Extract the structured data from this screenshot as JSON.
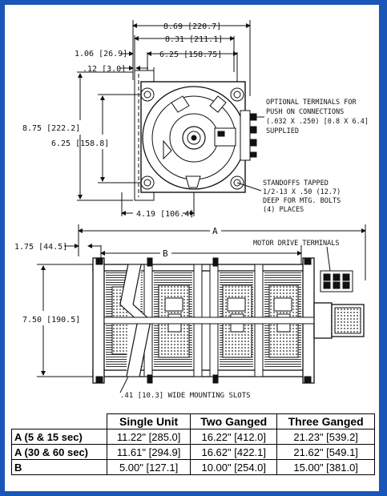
{
  "top_view": {
    "dim_overall": "8.69 [220.7]",
    "dim_mount_width": "8.31 [211.1]",
    "dim_left_offset": "1.06 [26.9]",
    "dim_hole_spacing": "6.25 [158.75]",
    "dim_edge": ".12 [3.0]",
    "dim_height": "8.75 [222.2]",
    "dim_hole_spacing_v": "6.25 [158.8]",
    "dim_bottom": "4.19 [106.4]",
    "note_terminals": [
      "OPTIONAL TERMINALS FOR",
      "PUSH ON CONNECTIONS",
      "(.032 X .250) [0.8 X 6.4]",
      "SUPPLIED"
    ],
    "note_standoffs": [
      "STANDOFFS TAPPED",
      "1/2-13 X .50 (12.7)",
      "DEEP FOR MTG. BOLTS",
      "(4) PLACES"
    ]
  },
  "side_view": {
    "dim_a": "A",
    "dim_b": "B",
    "dim_left": "1.75 [44.5]",
    "dim_height": "7.50 [190.5]",
    "note_motor": "MOTOR DRIVE TERMINALS",
    "note_slots": ".41 [10.3] WIDE MOUNTING SLOTS"
  },
  "table": {
    "headers": [
      "",
      "Single Unit",
      "Two Ganged",
      "Three Ganged"
    ],
    "rows": [
      {
        "label": "A (5 & 15 sec)",
        "values": [
          "11.22\" [285.0]",
          "16.22\" [412.0]",
          "21.23\" [539.2]"
        ]
      },
      {
        "label": "A (30 & 60 sec)",
        "values": [
          "11.61\" [294.9]",
          "16.62\" [422.1]",
          "21.62\" [549.1]"
        ]
      },
      {
        "label": "B",
        "values": [
          "5.00\" [127.1]",
          "10.00\" [254.0]",
          "15.00\" [381.0]"
        ]
      }
    ]
  }
}
